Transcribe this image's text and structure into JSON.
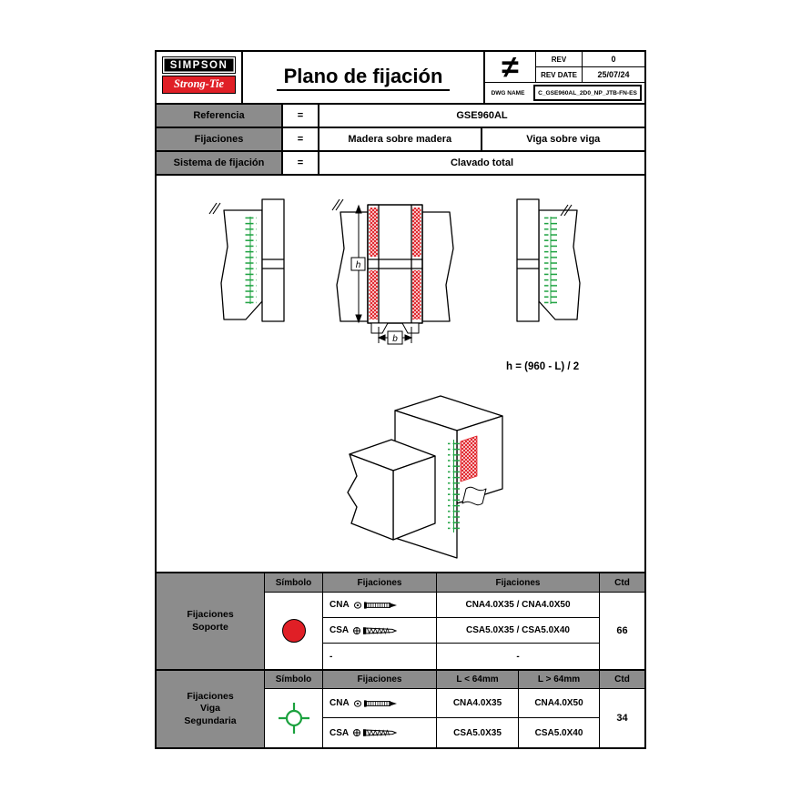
{
  "colors": {
    "brand_red": "#e01f26",
    "hatch_red": "#e01f26",
    "nail_green": "#1ba13e",
    "cell_gray": "#8c8c8c"
  },
  "header": {
    "logo_top": "SIMPSON",
    "logo_bottom": "Strong-Tie",
    "title": "Plano de fijación",
    "projection_symbol": "≠",
    "rev": {
      "label": "REV",
      "value": "0"
    },
    "rev_date": {
      "label": "REV DATE",
      "value": "25/07/24"
    },
    "dwg": {
      "label": "DWG NAME",
      "value": "C_GSE960AL_2D0_NP_JTB-FN-ES"
    }
  },
  "info": {
    "rows": [
      {
        "label": "Referencia",
        "eq": "=",
        "value": "GSE960AL"
      },
      {
        "label": "Fijaciones",
        "eq": "=",
        "value1": "Madera sobre madera",
        "value2": "Viga sobre viga"
      },
      {
        "label": "Sistema de fijación",
        "eq": "=",
        "value": "Clavado total"
      }
    ]
  },
  "drawing": {
    "formula": "h = (960 - L) / 2",
    "dim_h": "h",
    "dim_b": "b"
  },
  "support_table": {
    "stub": "Fijaciones Soporte",
    "headers": {
      "symbol": "Símbolo",
      "fix1": "Fijaciones",
      "fix2": "Fijaciones",
      "ctd": "Ctd"
    },
    "rows": [
      {
        "code": "CNA",
        "spec": "CNA4.0X35 / CNA4.0X50"
      },
      {
        "code": "CSA",
        "spec": "CSA5.0X35 / CSA5.0X40"
      },
      {
        "code": "-",
        "spec": "-"
      }
    ],
    "ctd": "66"
  },
  "beam_table": {
    "stub": "Fijaciones Viga Segundaria",
    "headers": {
      "symbol": "Símbolo",
      "fix": "Fijaciones",
      "l_small": "L < 64mm",
      "l_large": "L > 64mm",
      "ctd": "Ctd"
    },
    "rows": [
      {
        "code": "CNA",
        "l_small": "CNA4.0X35",
        "l_large": "CNA4.0X50"
      },
      {
        "code": "CSA",
        "l_small": "CSA5.0X35",
        "l_large": "CSA5.0X40"
      }
    ],
    "ctd": "34"
  }
}
